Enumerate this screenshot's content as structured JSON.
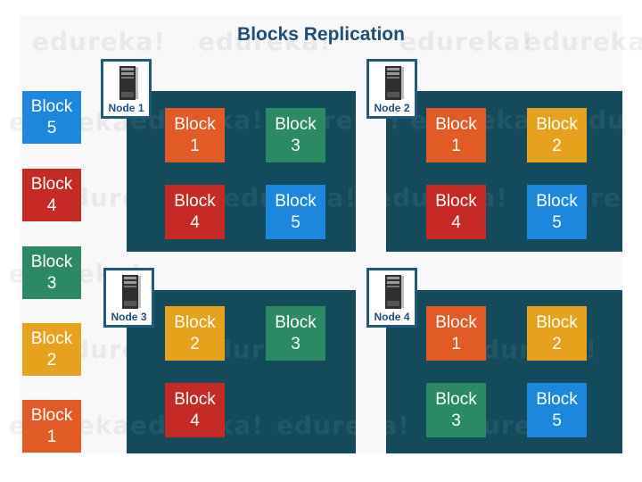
{
  "title": "Blocks Replication",
  "watermark": "edureka!",
  "colors": {
    "panel": "#134a5c",
    "frame": "#1f5a7a",
    "title": "#1f4e79",
    "block_1": "#e25b26",
    "block_2": "#e6a11d",
    "block_3": "#2b8a64",
    "block_4": "#c52a25",
    "block_5": "#1c87dd"
  },
  "legend": [
    {
      "word": "Block",
      "number": "5",
      "color": "#1c87dd"
    },
    {
      "word": "Block",
      "number": "4",
      "color": "#c52a25"
    },
    {
      "word": "Block",
      "number": "3",
      "color": "#2b8a64"
    },
    {
      "word": "Block",
      "number": "2",
      "color": "#e6a11d"
    },
    {
      "word": "Block",
      "number": "1",
      "color": "#e25b26"
    }
  ],
  "nodes": [
    {
      "label": "Node 1",
      "icon": "server-icon",
      "blocks": [
        {
          "word": "Block",
          "number": "1",
          "color": "#e25b26"
        },
        {
          "word": "Block",
          "number": "3",
          "color": "#2b8a64"
        },
        {
          "word": "Block",
          "number": "4",
          "color": "#c52a25"
        },
        {
          "word": "Block",
          "number": "5",
          "color": "#1c87dd"
        }
      ]
    },
    {
      "label": "Node 2",
      "icon": "server-icon",
      "blocks": [
        {
          "word": "Block",
          "number": "1",
          "color": "#e25b26"
        },
        {
          "word": "Block",
          "number": "2",
          "color": "#e6a11d"
        },
        {
          "word": "Block",
          "number": "4",
          "color": "#c52a25"
        },
        {
          "word": "Block",
          "number": "5",
          "color": "#1c87dd"
        }
      ]
    },
    {
      "label": "Node 3",
      "icon": "server-icon",
      "blocks": [
        {
          "word": "Block",
          "number": "2",
          "color": "#e6a11d"
        },
        {
          "word": "Block",
          "number": "3",
          "color": "#2b8a64"
        },
        {
          "word": "Block",
          "number": "4",
          "color": "#c52a25"
        }
      ]
    },
    {
      "label": "Node 4",
      "icon": "server-icon",
      "blocks": [
        {
          "word": "Block",
          "number": "1",
          "color": "#e25b26"
        },
        {
          "word": "Block",
          "number": "2",
          "color": "#e6a11d"
        },
        {
          "word": "Block",
          "number": "3",
          "color": "#2b8a64"
        },
        {
          "word": "Block",
          "number": "5",
          "color": "#1c87dd"
        }
      ]
    }
  ]
}
